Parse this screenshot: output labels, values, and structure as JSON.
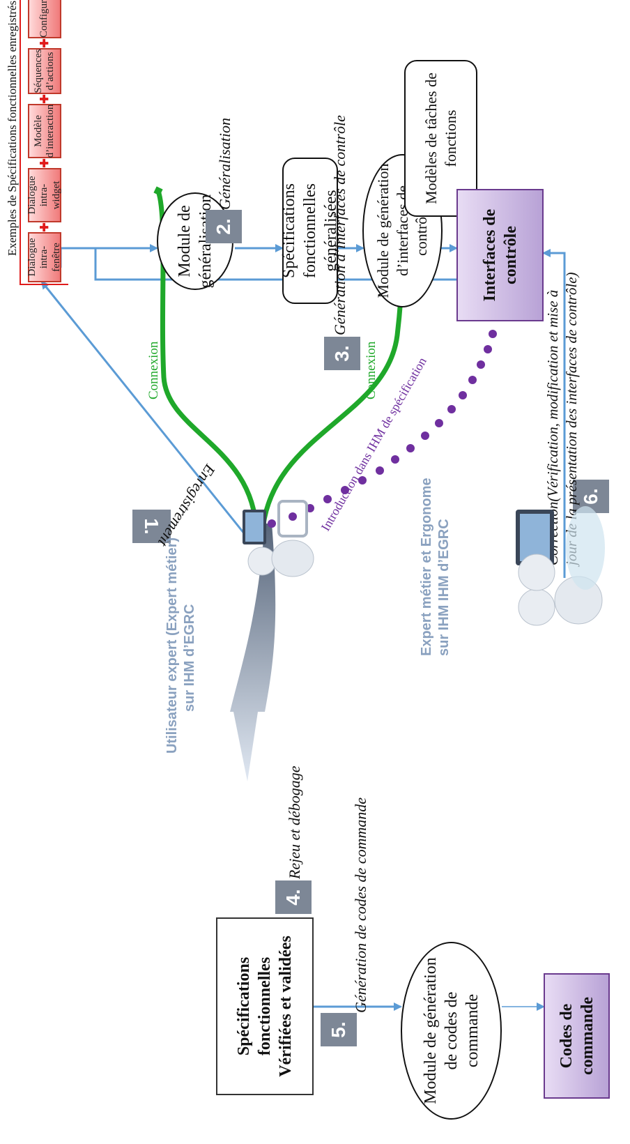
{
  "diagram": {
    "spec_header": "Exemples de Spécifications fonctionnelles enregistrés",
    "spec_items": [
      "Dialogue intra-fenêtre",
      "Dialogue intra-widget",
      "Modèle d’interaction",
      "Séquences d’actions",
      "Configurations"
    ],
    "nodes": {
      "module_generalisation": "Module de généralisation",
      "specs_generalisees": "Spécifications fonctionnelles généralisées",
      "module_interfaces": "Module de génération d’interfaces de contrôle",
      "modeles_taches": "Modèles de tâches de fonctions",
      "interfaces_controle": "Interfaces de contrôle",
      "specs_validees": "Spécifications fonctionnelles Vérifiées et validées",
      "module_codes": "Module de génération de codes de commande",
      "codes_commande": "Codes de commande"
    },
    "steps": [
      "1.",
      "2.",
      "3.",
      "4.",
      "5.",
      "6."
    ],
    "step_labels": {
      "s1": "Enregistrement",
      "s2": "Généralisation",
      "s3": "Génération d’interfaces de contrôle",
      "s4": "Rejeu et débogage",
      "s5": "Génération de codes de commande",
      "s6_line1": "Correction(Vérification, modification et mise à",
      "s6_line2": "jour de la présentation des interfaces de contrôle)"
    },
    "connexion": "Connexion",
    "introduction": "Introduction dans IHM de spécification",
    "user_expert_line1": "Utilisateur expert (Expert métier)",
    "user_expert_line2": "sur IHM d’EGRC",
    "expert_ergo_line1": "Expert métier et Ergonome",
    "expert_ergo_line2": "sur IHM IHM d’EGRC",
    "colors": {
      "arrow_blue": "#5b9bd5",
      "connexion_green": "#1fa82a",
      "intro_purple": "#6f2f9f",
      "spec_red": "#e01b1b",
      "step_gray": "#7d8796",
      "label_blue": "#8aa1bf"
    }
  }
}
